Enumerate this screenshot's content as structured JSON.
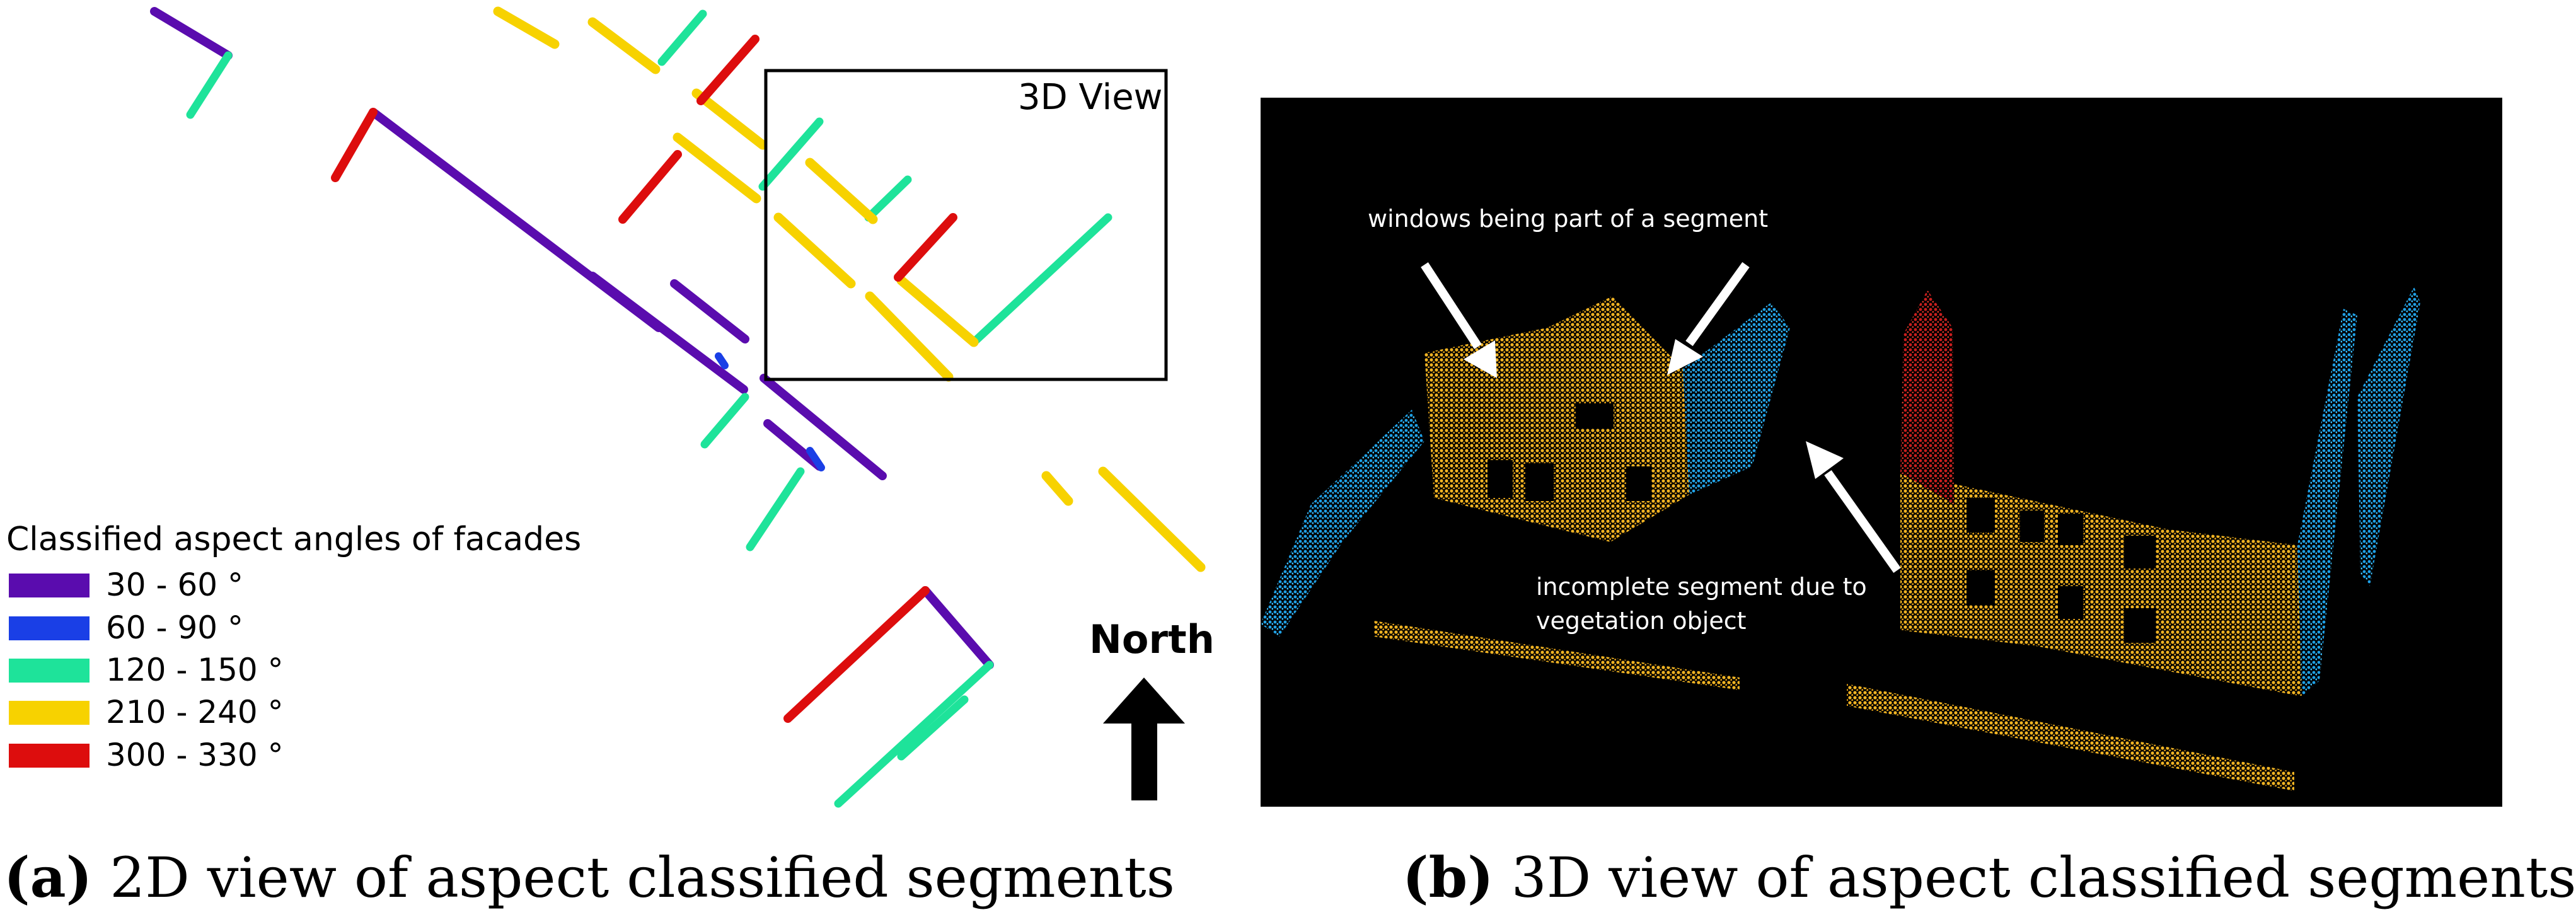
{
  "panel_a": {
    "legend_title": "Classified aspect angles of facades",
    "legend": [
      {
        "label": "30 - 60 °",
        "color": "#5a0cae"
      },
      {
        "label": "60 - 90 °",
        "color": "#1a3fe6"
      },
      {
        "label": "120 - 150 °",
        "color": "#1ee39a"
      },
      {
        "label": "210 - 240 °",
        "color": "#f7d200"
      },
      {
        "label": "300 - 330 °",
        "color": "#dd0d0d"
      }
    ],
    "view_label": "3D View",
    "north_label": "North",
    "caption_prefix": "(a)",
    "caption_text": " 2D view of aspect classified segments"
  },
  "panel_b": {
    "annotation_windows": "windows being part of a segment",
    "annotation_incomplete_line1": "incomplete segment due to",
    "annotation_incomplete_line2": "vegetation object",
    "caption_prefix": "(b)",
    "caption_text": " 3D view of aspect classified segments",
    "colors": {
      "background": "#000000",
      "facade_yellow": "#f0b323",
      "facade_blue": "#1ea0e6",
      "facade_red": "#c81e1e"
    }
  }
}
